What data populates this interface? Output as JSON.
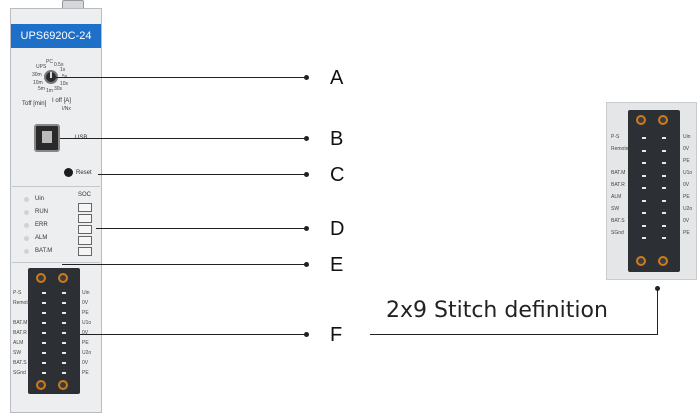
{
  "module": {
    "model": "UPS6920C-24",
    "dial_labels": [
      "PC",
      "0.5s",
      "1s",
      "5s",
      "10s",
      "30s",
      "1m",
      "5m",
      "10m",
      "30m",
      "UPS"
    ],
    "toff_labels": [
      "Toff [min]",
      "I off [A]",
      "I/Nx"
    ],
    "usb_label": "USB",
    "reset_label": "Reset",
    "leds": [
      "Uin",
      "RUN",
      "ERR",
      "ALM",
      "BAT.M"
    ],
    "soc_label": "SOC",
    "terminal_left": [
      "P-S",
      "Remote",
      "BAT.M",
      "BAT.R",
      "ALM",
      "SW",
      "BAT.S",
      "SGnd"
    ],
    "terminal_right": [
      "Uin",
      "0V",
      "PE",
      "U1o",
      "0V",
      "PE",
      "U2o",
      "0V",
      "PE"
    ]
  },
  "callouts": [
    "A",
    "B",
    "C",
    "D",
    "E",
    "F"
  ],
  "connector_detail": {
    "caption": "2x9 Stitch definition",
    "left_labels": [
      "P-S",
      "Remote",
      "BAT.M",
      "BAT.R",
      "ALM",
      "SW",
      "BAT.S",
      "SGnd"
    ],
    "right_labels": [
      "Uin",
      "0V",
      "PE",
      "U1o",
      "0V",
      "PE",
      "U2o",
      "0V",
      "PE"
    ]
  }
}
